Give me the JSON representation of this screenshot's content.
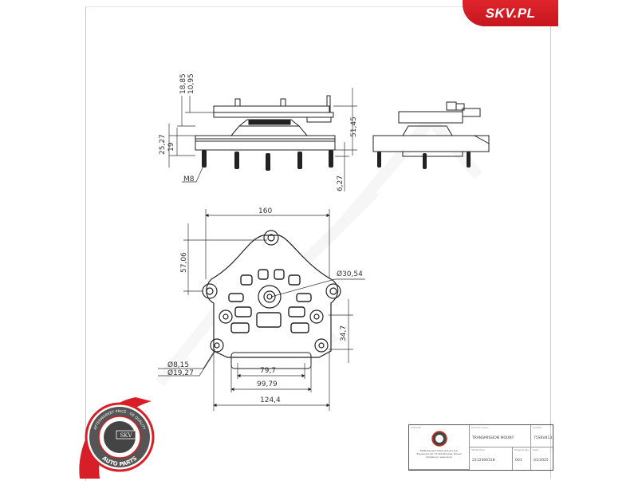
{
  "brand": {
    "label": "SKV.PL",
    "color": "#d81e26"
  },
  "drawing": {
    "side_view": {
      "dims": [
        "18,85",
        "10,95",
        "25,27",
        "19",
        "51,45",
        "6,27"
      ],
      "thread_label": "M8"
    },
    "top_view": {
      "dims": {
        "width": "160",
        "height": "57,06",
        "diameter_large": "Ø30,54",
        "offset": "34,7",
        "hole_small": "Ø8,15",
        "hole_large": "Ø19,27",
        "inner_width": "79,7",
        "mid_width": "99,79",
        "outer_width": "124,4"
      }
    }
  },
  "stamp": {
    "text_top": "AFTERMARKET PRICE · OE QUALITY",
    "text_center": "SKV",
    "text_bottom": "AUTO PARTS",
    "color": "#d81e26"
  },
  "title_block": {
    "importer_label": "Importer",
    "importer_address": [
      "ESEN Wypasiol Motoryzacja S.K.A.",
      "Poprzeczna 49, 57-900 Wrocław, Poland",
      "info@skv.pl, www.skv.pl"
    ],
    "product_label": "Product name",
    "product_name": "TRANSMISSION MOUNT",
    "symbol_label": "Symbol",
    "symbol": "75SKV813",
    "oe_label": "OE Number",
    "oe_number": "2212400318",
    "diagram_label": "Diagram No.",
    "diagram_no": "001",
    "date_label": "Date",
    "date": "01/2025"
  }
}
